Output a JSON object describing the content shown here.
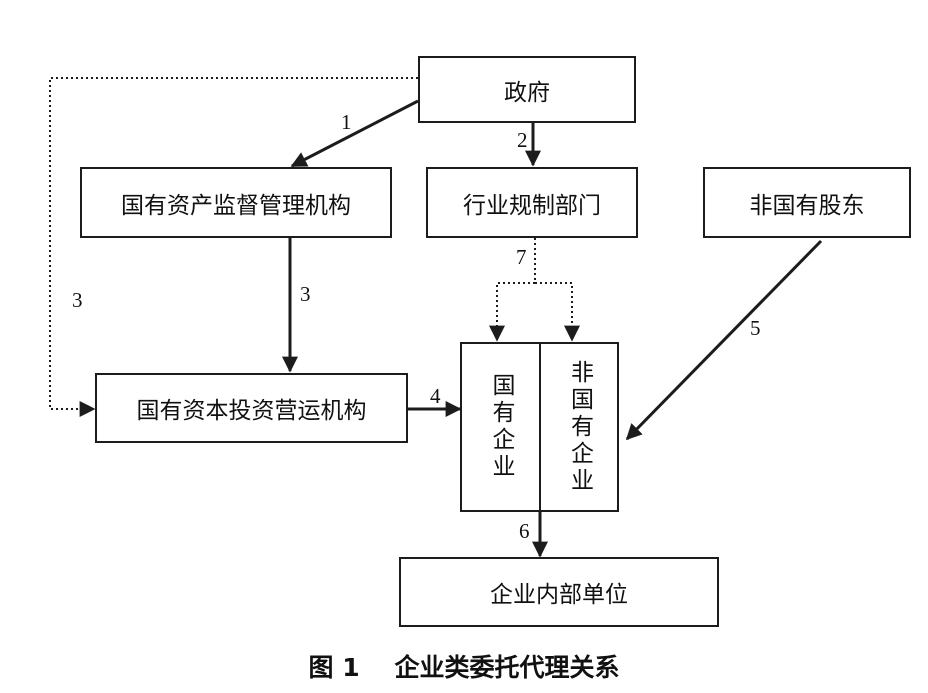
{
  "nodes": {
    "government": "政府",
    "sasac": "国有资产监督管理机构",
    "industry_regulator": "行业规制部门",
    "non_state_shareholders": "非国有股东",
    "state_capital_operator": "国有资本投资营运机构",
    "soe": "国有企业",
    "non_soe": "非国有企业",
    "internal_units": "企业内部单位"
  },
  "edges": [
    {
      "id": "e1",
      "from": "government",
      "to": "sasac",
      "label": "1",
      "style": "solid"
    },
    {
      "id": "e2",
      "from": "government",
      "to": "industry_regulator",
      "label": "2",
      "style": "solid"
    },
    {
      "id": "e3a",
      "from": "sasac",
      "to": "state_capital_operator",
      "label": "3",
      "style": "solid"
    },
    {
      "id": "e3b",
      "from": "government",
      "to": "state_capital_operator",
      "label": "3",
      "style": "dotted"
    },
    {
      "id": "e4",
      "from": "state_capital_operator",
      "to": "soe",
      "label": "4",
      "style": "solid"
    },
    {
      "id": "e5",
      "from": "non_state_shareholders",
      "to": "non_soe",
      "label": "5",
      "style": "solid"
    },
    {
      "id": "e6",
      "from": "soe",
      "to": "internal_units",
      "label": "6",
      "style": "solid"
    },
    {
      "id": "e7",
      "from": "industry_regulator",
      "to": "soe",
      "label": "7",
      "style": "dotted"
    }
  ],
  "caption": {
    "figure_no": "图 1",
    "title": "企业类委托代理关系"
  },
  "colors": {
    "line": "#1c1c1c",
    "text": "#111111",
    "background": "#ffffff"
  }
}
